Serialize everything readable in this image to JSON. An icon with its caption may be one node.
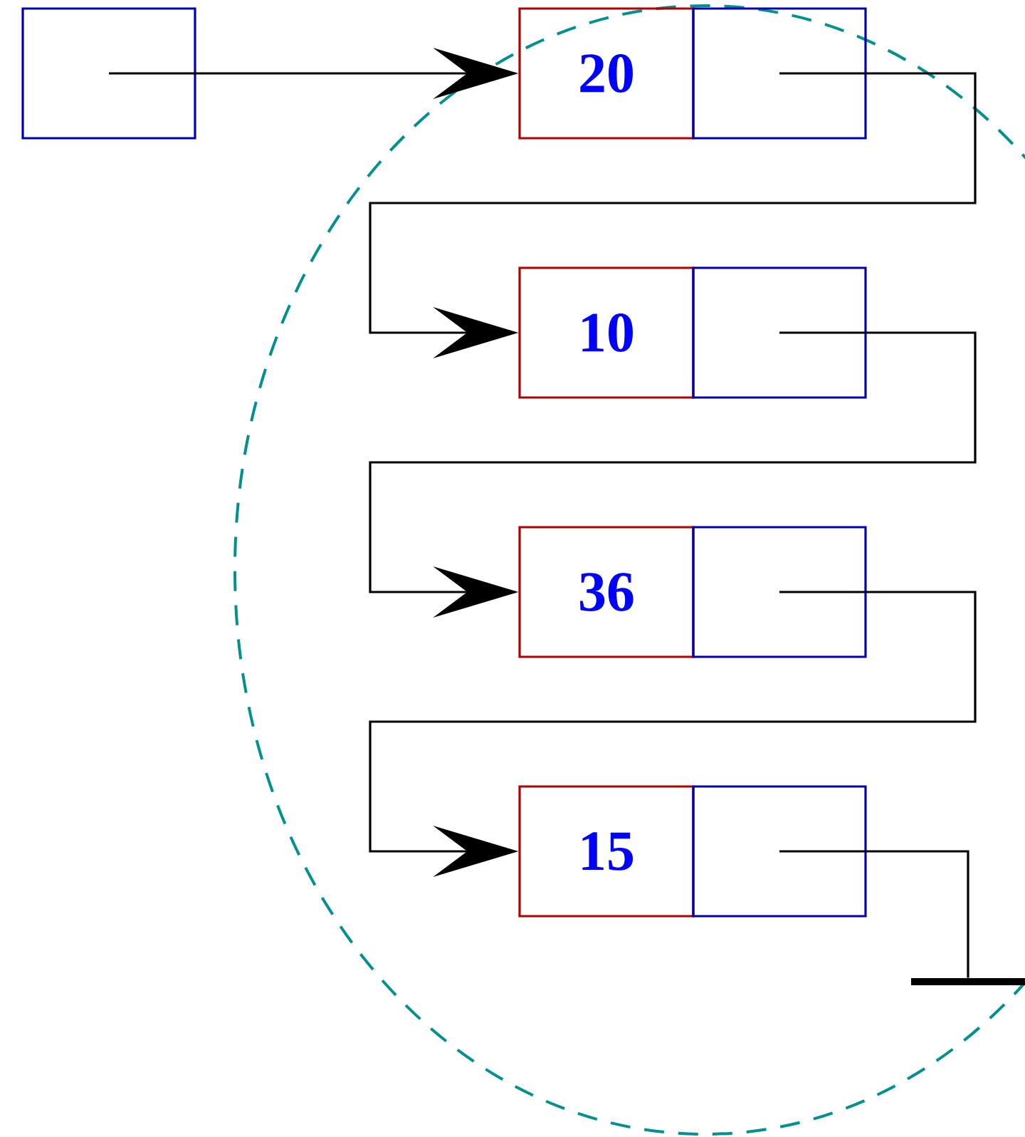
{
  "diagram": {
    "nodes": [
      {
        "text": [],
        "shape": "box"
      },
      {
        "text": [
          "20"
        ]
      },
      {
        "text": [],
        "shape": "box"
      },
      {
        "text": [
          "10"
        ]
      },
      {
        "text": [],
        "shape": "box"
      },
      {
        "text": [
          "36"
        ]
      },
      {
        "text": [],
        "shape": "box"
      },
      {
        "text": [
          "15"
        ]
      },
      {
        "text": [],
        "shape": "box"
      },
      {
        "text": [],
        "shape": "bar"
      }
    ],
    "edges": [
      {
        "from": 0,
        "to": 1,
        "arrow": "to"
      },
      {
        "from": 2,
        "to": 3,
        "arrow": "to"
      },
      {
        "from": 4,
        "to": 5,
        "arrow": "to"
      },
      {
        "from": 6,
        "to": 7,
        "arrow": "to"
      },
      {
        "from": 8,
        "to": 9,
        "arrow": "none"
      }
    ]
  }
}
